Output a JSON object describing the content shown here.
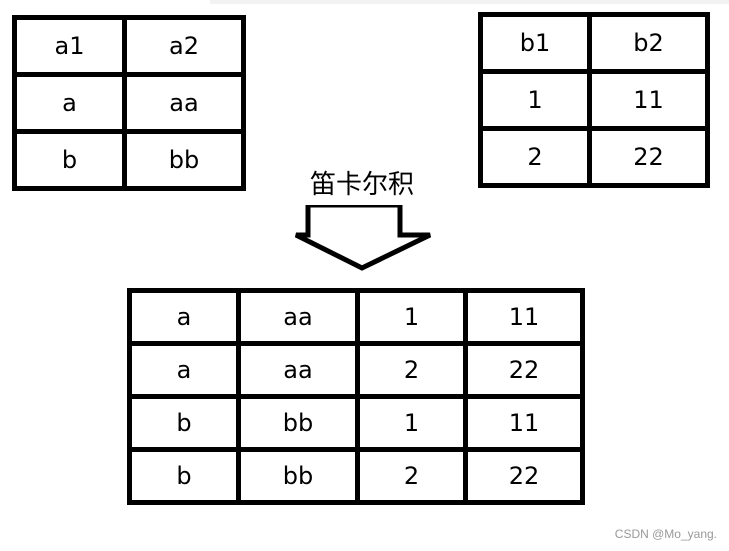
{
  "table_a": {
    "headers": [
      "a1",
      "a2"
    ],
    "rows": [
      [
        "a",
        "aa"
      ],
      [
        "b",
        "bb"
      ]
    ]
  },
  "table_b": {
    "headers": [
      "b1",
      "b2"
    ],
    "rows": [
      [
        "1",
        "11"
      ],
      [
        "2",
        "22"
      ]
    ]
  },
  "operation": {
    "label": "笛卡尔积",
    "arrow_icon": "down-arrow-icon"
  },
  "result_table": {
    "rows": [
      [
        "a",
        "aa",
        "1",
        "11"
      ],
      [
        "a",
        "aa",
        "2",
        "22"
      ],
      [
        "b",
        "bb",
        "1",
        "11"
      ],
      [
        "b",
        "bb",
        "2",
        "22"
      ]
    ]
  },
  "watermark": "CSDN @Mo_yang."
}
